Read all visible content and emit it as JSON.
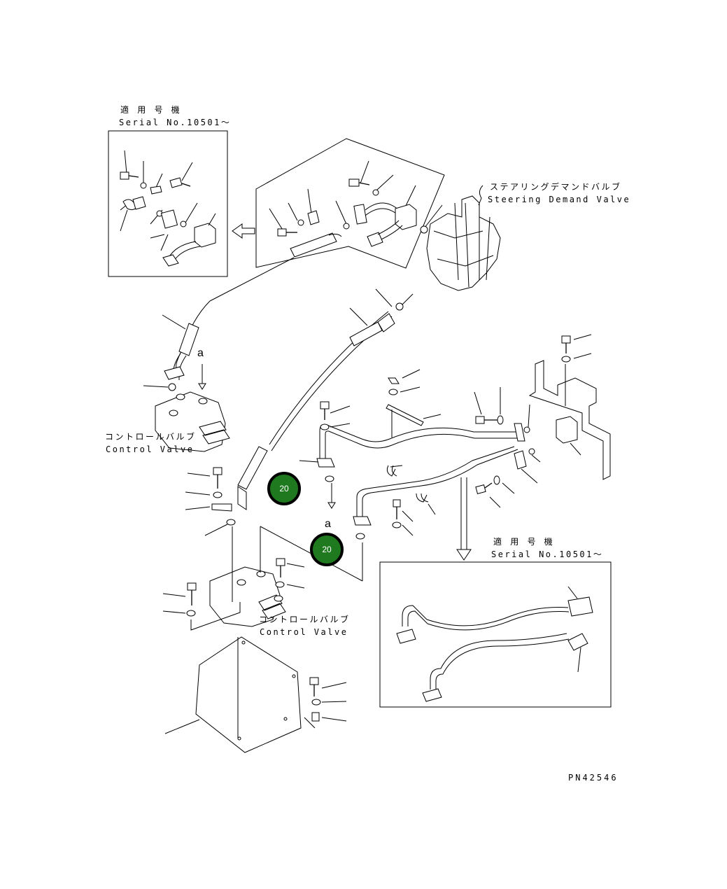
{
  "labels": {
    "applicable_jp": "適 用 号 機",
    "serial": "Serial No.10501～",
    "steering_jp": "ステアリングデマンドバルブ",
    "steering_en": "Steering Demand Valve",
    "control_valve_jp": "コントロールバルブ",
    "control_valve_en": "Control Valve",
    "ref_a": "a",
    "part_number": "PN42546"
  },
  "badges": {
    "badge_1": "20",
    "badge_2": "20"
  },
  "colors": {
    "badge_fill": "#1f7a1f",
    "line": "#000000"
  }
}
